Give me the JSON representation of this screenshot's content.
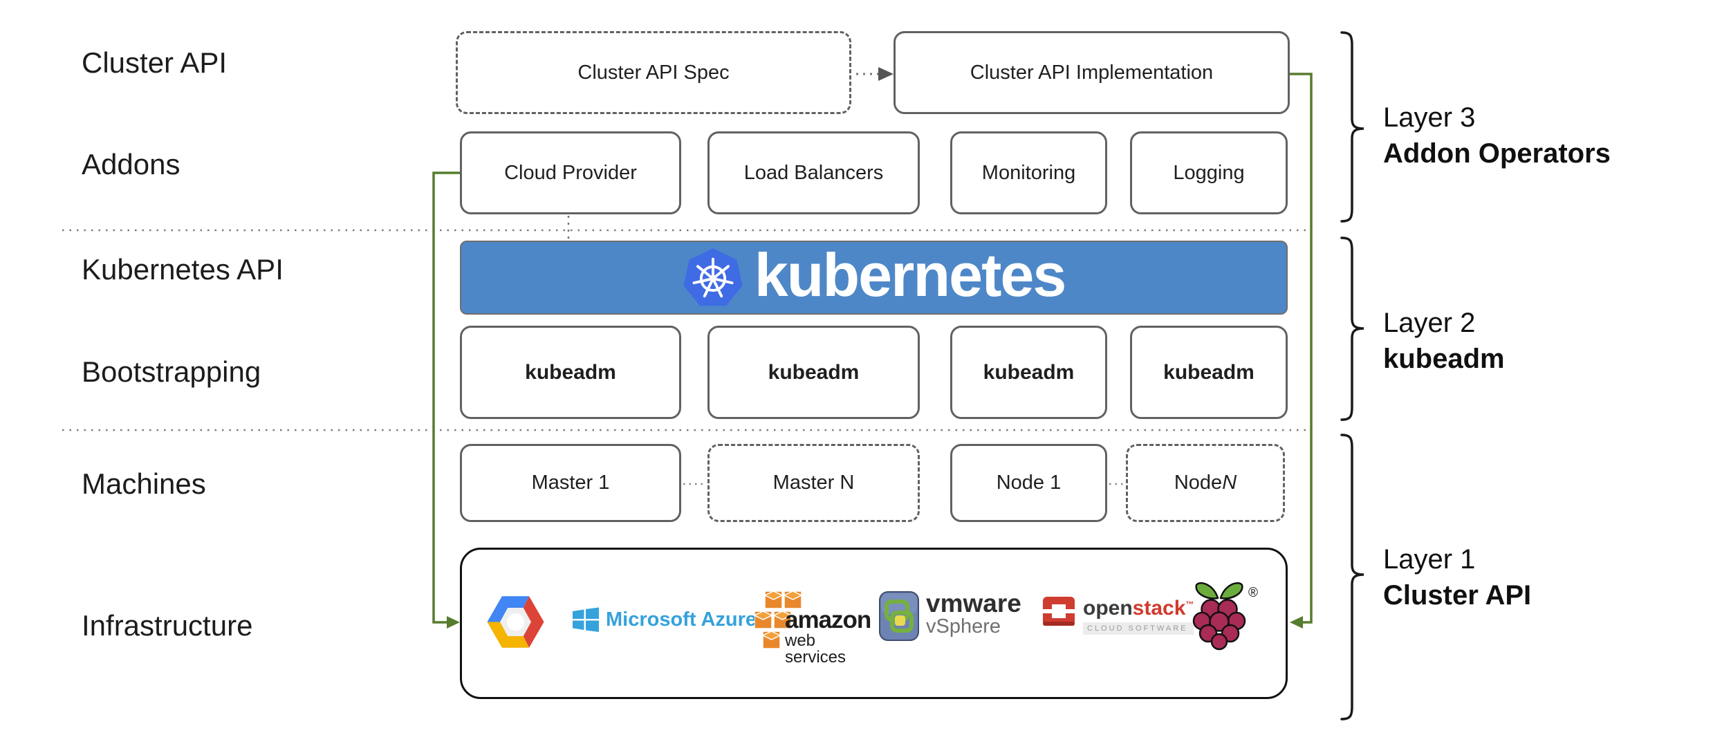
{
  "row_labels": [
    "Cluster API",
    "Addons",
    "Kubernetes API",
    "Bootstrapping",
    "Machines",
    "Infrastructure"
  ],
  "cluster_api_row": {
    "spec_label": "Cluster API Spec",
    "implementation_label": "Cluster API Implementation"
  },
  "addons_row": {
    "boxes": [
      "Cloud Provider",
      "Load Balancers",
      "Monitoring",
      "Logging"
    ]
  },
  "kubernetes_row": {
    "brand": "kubernetes",
    "logo": "kubernetes-wheel-icon"
  },
  "bootstrapping_row": {
    "boxes": [
      "kubeadm",
      "kubeadm",
      "kubeadm",
      "kubeadm"
    ]
  },
  "machines_row": {
    "boxes": [
      {
        "label": "Master 1",
        "border": "solid"
      },
      {
        "label": "Master N",
        "border": "dashed"
      },
      {
        "label": "Node 1",
        "border": "solid"
      },
      {
        "label": "Node ",
        "suffix": "N",
        "suffix_style": "italic",
        "border": "dashed"
      }
    ]
  },
  "infrastructure_row": {
    "providers": [
      "Google Cloud Platform",
      "Microsoft Azure",
      "Amazon Web Services",
      "VMware vSphere",
      "OpenStack",
      "Raspberry Pi"
    ],
    "azure": {
      "text": "Microsoft Azure"
    },
    "aws": {
      "line1": "amazon",
      "line2": "web services"
    },
    "vmware": {
      "line1": "vmware",
      "line2": "vSphere"
    },
    "openstack": {
      "open": "open",
      "stack": "stack",
      "tm": "™",
      "subtitle": "CLOUD SOFTWARE"
    },
    "raspberry_pi": {
      "registered_mark": "®"
    }
  },
  "layer_annotations": [
    {
      "line1": "Layer 3",
      "line2": "Addon Operators"
    },
    {
      "line1": "Layer 2",
      "line2": "kubeadm"
    },
    {
      "line1": "Layer 1",
      "line2": "Cluster API"
    }
  ],
  "colors": {
    "kubernetes_banner": "#4e87c7",
    "kubernetes_logo": "#3f6be4",
    "connector_green": "#567c2d",
    "box_border": "#616161",
    "azure_blue": "#35a2dc",
    "aws_orange": "#e8882b",
    "openstack_red": "#cf3c30",
    "gcp_blue": "#4285f4",
    "gcp_red": "#db4437",
    "gcp_yellow": "#f4b400",
    "vmware_slate": "#6d83b2",
    "raspberry_crimson": "#a82c55",
    "raspberry_green": "#6cac3d"
  }
}
